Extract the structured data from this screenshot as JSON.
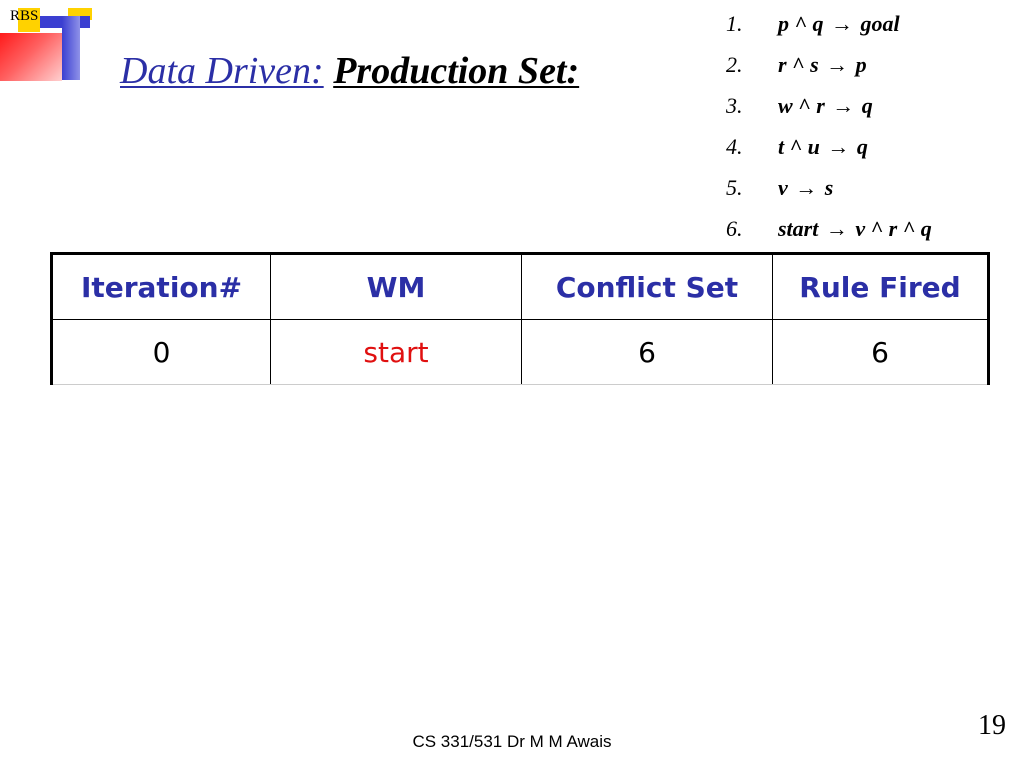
{
  "logo": {
    "text": "RBS"
  },
  "title": {
    "part1": "Data Driven:",
    "part2": "Production Set:"
  },
  "rules": [
    {
      "num": "1.",
      "lhs": "p ^ q",
      "rhs": "goal"
    },
    {
      "num": "2.",
      "lhs": "r ^ s",
      "rhs": "p"
    },
    {
      "num": "3.",
      "lhs": "w ^ r",
      "rhs": "q"
    },
    {
      "num": "4.",
      "lhs": "t ^ u",
      "rhs": "q"
    },
    {
      "num": "5.",
      "lhs": "v",
      "rhs": "s"
    },
    {
      "num": "6.",
      "lhs": "start",
      "rhs": "v ^ r ^ q"
    }
  ],
  "arrow": "→",
  "table": {
    "headers": [
      "Iteration#",
      "WM",
      "Conflict Set",
      "Rule Fired"
    ],
    "rows": [
      [
        "0",
        "start",
        "6",
        "6"
      ]
    ]
  },
  "colors": {
    "title_blue": "#2b2fa6",
    "wm_red": "#e01010"
  },
  "footer": {
    "text": "CS 331/531 Dr M M Awais"
  },
  "page_number": "19"
}
